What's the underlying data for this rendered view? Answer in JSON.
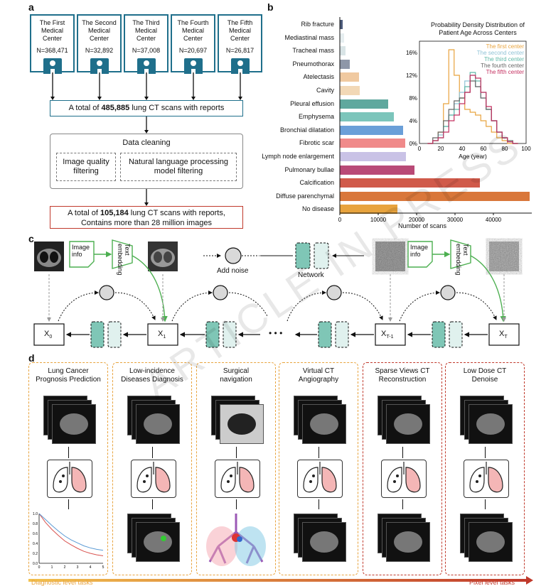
{
  "panel_labels": {
    "a": "a",
    "b": "b",
    "c": "c",
    "d": "d"
  },
  "centers": [
    {
      "name_line1": "The First",
      "name_line2": "Medical Center",
      "n": "N=368,471"
    },
    {
      "name_line1": "The Second",
      "name_line2": "Medical Center",
      "n": "N=32,892"
    },
    {
      "name_line1": "The Third",
      "name_line2": "Medical Center",
      "n": "N=37,008"
    },
    {
      "name_line1": "The Fourth",
      "name_line2": "Medical Center",
      "n": "N=20,697"
    },
    {
      "name_line1": "The Fifth",
      "name_line2": "Medical Center",
      "n": "N=26,817"
    }
  ],
  "total_box": {
    "pre": "A total of ",
    "bold": "485,885",
    "post": " lung CT scans with reports"
  },
  "cleaning": {
    "title": "Data cleaning",
    "left_line1": "Image quality",
    "left_line2": "filtering",
    "right_line1": "Natural language processing",
    "right_line2": "model filtering"
  },
  "final_box": {
    "pre": "A total of ",
    "bold": "105,184",
    "post": " lung CT scans with reports,",
    "line2": "Contains more than 28 million images"
  },
  "chart_data": [
    {
      "type": "bar",
      "orientation": "horizontal",
      "categories": [
        "Rib fracture",
        "Mediastinal mass",
        "Tracheal mass",
        "Pneumothorax",
        "Atelectasis",
        "Cavity",
        "Pleural effusion",
        "Emphysema",
        "Bronchial dilatation",
        "Fibrotic scar",
        "Lymph node enlargement",
        "Pulmonary bullae",
        "Calcification",
        "Diffuse parenchymal",
        "No disease"
      ],
      "values": [
        800,
        1200,
        1500,
        2600,
        5000,
        5200,
        12500,
        14000,
        16500,
        17000,
        17200,
        19500,
        36500,
        49500,
        15000
      ],
      "colors": [
        "#4b5a7a",
        "#e6eef0",
        "#d9e4e6",
        "#8e97a8",
        "#f0c9a0",
        "#f2d8b6",
        "#5fa89e",
        "#7cc5bb",
        "#6a9fd8",
        "#f08a8a",
        "#c9c2e6",
        "#b94a77",
        "#d05a4a",
        "#d9773a",
        "#e8a33d"
      ],
      "xlabel": "Number of scans",
      "xticks": [
        "0",
        "10000",
        "20000",
        "30000",
        "40000"
      ],
      "xlim": [
        0,
        50000
      ]
    },
    {
      "type": "line",
      "title_line1": "Probability Density Distribution of",
      "title_line2": "Patient Age Across Centers",
      "xlabel": "Age (year)",
      "xticks": [
        "0",
        "20",
        "40",
        "60",
        "80",
        "100"
      ],
      "yticks": [
        "0%",
        "4%",
        "8%",
        "12%",
        "16%"
      ],
      "xlim": [
        0,
        100
      ],
      "ylim": [
        0,
        18
      ],
      "x": [
        10,
        15,
        20,
        25,
        30,
        35,
        40,
        45,
        50,
        55,
        60,
        65,
        70,
        75,
        80,
        85,
        90
      ],
      "series": [
        {
          "name": "The first center",
          "color": "#e8a33d",
          "values": [
            0,
            0.5,
            2,
            7,
            16.5,
            12,
            8,
            6,
            5.5,
            5,
            4,
            3,
            2,
            1,
            0.5,
            0,
            0
          ]
        },
        {
          "name": "The second center",
          "color": "#8fc3d6",
          "values": [
            0,
            0.5,
            1.5,
            3,
            5,
            7,
            9,
            11,
            12,
            10,
            8,
            6,
            4,
            2,
            1,
            0.3,
            0
          ]
        },
        {
          "name": "The third center",
          "color": "#5fb8a8",
          "values": [
            0,
            0.5,
            1,
            3,
            5,
            6,
            8,
            10,
            12.5,
            11,
            9,
            6,
            4,
            2,
            1,
            0.3,
            0
          ]
        },
        {
          "name": "The fourth center",
          "color": "#666666",
          "values": [
            0,
            1,
            2,
            4,
            6,
            7.5,
            8,
            9,
            11,
            10,
            8,
            6,
            4,
            2,
            1,
            0.5,
            0
          ]
        },
        {
          "name": "The fifth center",
          "color": "#c43060",
          "values": [
            0,
            0.5,
            1,
            2,
            4,
            5,
            7,
            9,
            12,
            11.5,
            9,
            6.5,
            4,
            2,
            1,
            0.3,
            0
          ]
        }
      ]
    },
    {
      "type": "line",
      "chart": "survival-curve",
      "yticks": [
        "0.0",
        "0.2",
        "0.4",
        "0.6",
        "0.8",
        "1.0"
      ],
      "xticks": [
        "0",
        "1",
        "2",
        "3",
        "4",
        "5"
      ],
      "x": [
        0,
        0.5,
        1,
        1.5,
        2,
        2.5,
        3,
        3.5,
        4,
        4.5,
        5
      ],
      "series": [
        {
          "color": "#d9534f",
          "values": [
            1.0,
            0.82,
            0.68,
            0.56,
            0.45,
            0.37,
            0.3,
            0.24,
            0.2,
            0.17,
            0.15
          ]
        },
        {
          "color": "#5b9bd5",
          "values": [
            1.0,
            0.88,
            0.76,
            0.65,
            0.55,
            0.47,
            0.41,
            0.35,
            0.31,
            0.28,
            0.26
          ]
        }
      ]
    }
  ],
  "diffusion": {
    "image_info": "Image info",
    "text_embedding": "Text embedding",
    "add_noise": "Add noise",
    "network": "Network",
    "x0": "X",
    "x0_sub": "0",
    "x1": "X",
    "x1_sub": "1",
    "xt1": "X",
    "xt1_sub": "T-1",
    "xt": "X",
    "xt_sub": "T",
    "dots": "• • •"
  },
  "tasks": [
    {
      "title_line1": "Lung Cancer",
      "title_line2": "Prognosis Prediction"
    },
    {
      "title_line1": "Low-incidence",
      "title_line2": "Diseases Diagnosis"
    },
    {
      "title_line1": "Surgical",
      "title_line2": "navigation"
    },
    {
      "title_line1": "Virtual CT",
      "title_line2": "Angiography"
    },
    {
      "title_line1": "Sparse Views CT",
      "title_line2": "Reconstruction"
    },
    {
      "title_line1": "Low Dose CT",
      "title_line2": "Denoise"
    }
  ],
  "bottom_axis": {
    "left": "Diagnostic level tasks",
    "right": "Pixel level tasks"
  },
  "watermark": "ARTICLE IN PRESS"
}
